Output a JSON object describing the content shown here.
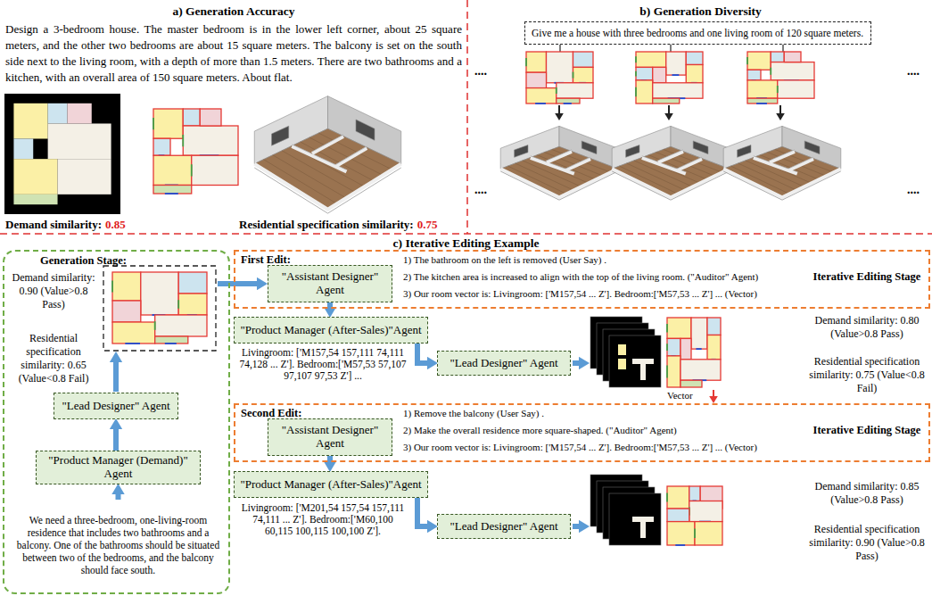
{
  "diagram": {
    "nodes": [
      {
        "text": [
          "Give me a house with three bedrooms and one living room of 120 square meters."
        ]
      },
      {
        "text": [
          "Generation Stage:",
          "Demand similarity: 0.90 (Value>0.8 Pass)",
          "Residential specification similarity: 0.65 (Value<0.8 Fail)"
        ]
      },
      {
        "text": [
          "\"Lead Designer\" Agent"
        ],
        "in": 1
      },
      {
        "text": [
          "\"Product Manager (Demand)\" Agent"
        ],
        "in": 1
      },
      {
        "text": [
          "We need a three-bedroom, one-living-room residence that includes two bathrooms and a balcony. One of the bathrooms should be situated between two of the bedrooms, and the balcony should face south."
        ],
        "in": 1
      },
      {
        "text": [
          "First Edit:",
          "1) The bathroom on the left is removed (User Say) .",
          "2) The kitchen area is increased to align with the top of the living room. (\"Auditor\" Agent)",
          "3) Our room vector is: Livingroom: ['M157,54 ... Z']. Bedroom:['M57,53 ... Z'] ... (Vector)",
          "Iterative Editing Stage"
        ]
      },
      {
        "text": [
          "\"Assistant Designer\" Agent"
        ],
        "in": 5
      },
      {
        "text": [
          "\"Product Manager (After-Sales)\"Agent"
        ]
      },
      {
        "text": [
          "\"Lead Designer\" Agent"
        ]
      },
      {
        "text": [
          "Second Edit:",
          "1) Remove the balcony (User Say) .",
          "2) Make the overall residence more square-shaped. (\"Auditor\" Agent)",
          "3) Our room vector is: Livingroom: ['M157,54 ... Z']. Bedroom:['M57,53 ... Z'] ... (Vector)",
          "Iterative Editing Stage"
        ]
      },
      {
        "text": [
          "\"Assistant Designer\" Agent"
        ],
        "in": 9
      },
      {
        "text": [
          "\"Product Manager (After-Sales)\"Agent"
        ]
      },
      {
        "text": [
          "\"Lead Designer\" Agent"
        ]
      }
    ],
    "edges": [
      {
        "from": 4,
        "to": 3,
        "arrow": "to"
      },
      {
        "from": 3,
        "to": 2,
        "arrow": "to"
      },
      {
        "from": 6,
        "to": 7,
        "arrow": "to"
      },
      {
        "from": 7,
        "to": 8,
        "arrow": "to"
      },
      {
        "from": 10,
        "to": 11,
        "arrow": "to"
      },
      {
        "from": 11,
        "to": 12,
        "arrow": "to"
      }
    ],
    "labels": [
      "a) Generation Accuracy",
      "Design a 3-bedroom house. The master bedroom is in the lower left corner, about 25 square meters, and the other two bedrooms are about 15 square meters. The balcony is set on the south side next to the living room, with a depth of more than 1.5 meters. There are two bathrooms and a kitchen, with an overall area of 150 square meters. About flat.",
      "Demand similarity:",
      "0.85",
      "Residential specification similarity:",
      "0.75",
      "b) Generation Diversity",
      "....",
      "....",
      "....",
      "....",
      "c) Iterative Editing Example",
      "Livingroom: ['M157,54 157,111 74,111 74,128 ... Z']. Bedroom:['M57,53 57,107 97,107 97,53 Z'] ...",
      "Demand similarity: 0.80 (Value>0.8 Pass)",
      "Residential specification similarity: 0.75 (Value<0.8 Fail)",
      "Vector",
      "Livingroom: ['M201,54 157,54 157,111 74,111 ... Z']. Bedroom:['M60,100 60,115 100,115 100,100 Z'].",
      "Demand similarity: 0.85 (Value>0.8 Pass)",
      "Residential specification similarity: 0.90 (Value>0.8 Pass)"
    ]
  }
}
